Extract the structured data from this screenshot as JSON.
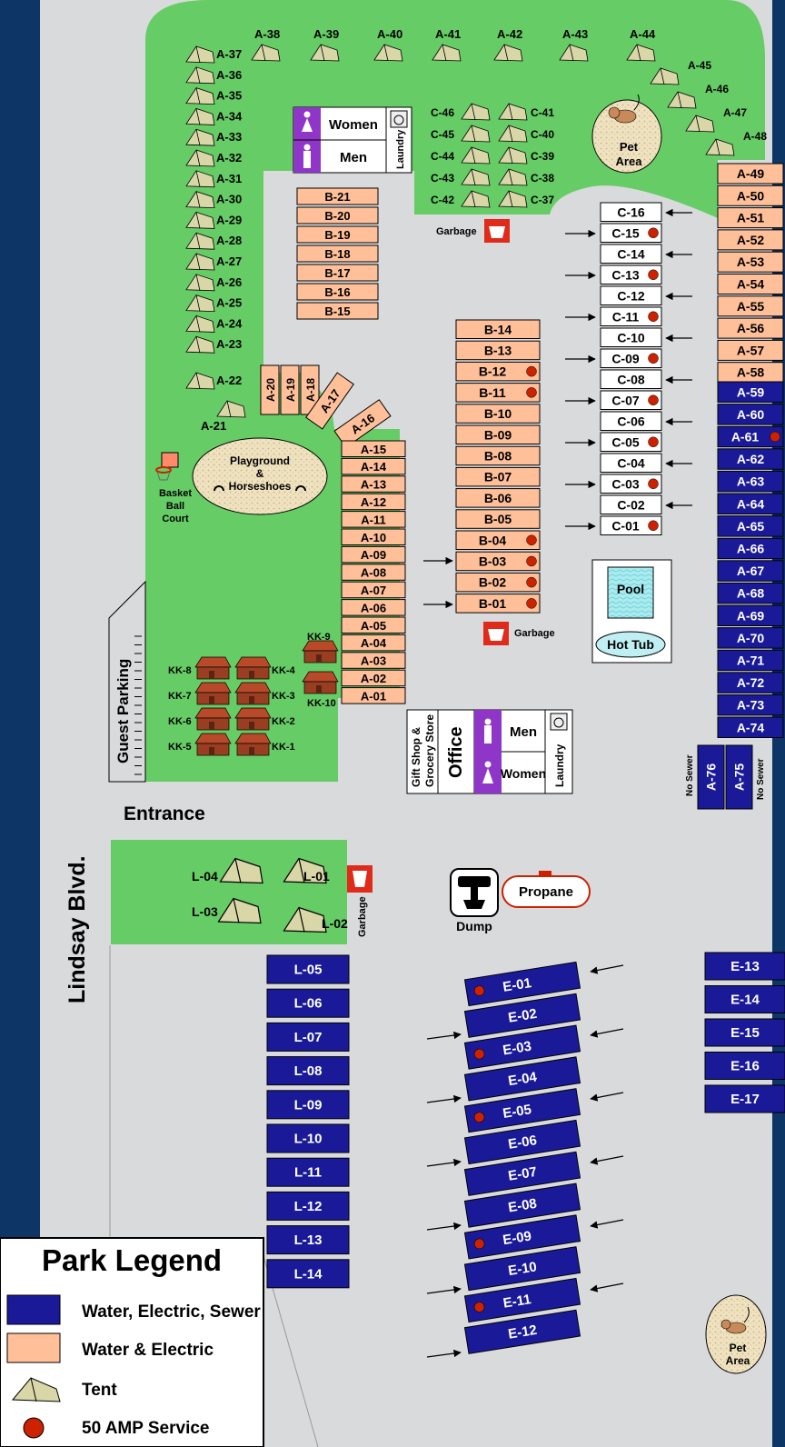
{
  "colors": {
    "navy": "#0d3566",
    "road": "#d9dadc",
    "grass": "#66cc66",
    "full": "#1a1a99",
    "partial": "#ffbf99",
    "white": "#ffffff",
    "amp": "#cc2200",
    "purple": "#8f35c7",
    "tent": "#d9d6a8"
  },
  "labels": {
    "street": "Lindsay Blvd.",
    "entrance": "Entrance",
    "guest_parking": "Guest Parking",
    "playground": [
      "Playground",
      "&",
      "Horseshoes"
    ],
    "basketball": [
      "Basket",
      "Ball",
      "Court"
    ],
    "pet_area": [
      "Pet",
      "Area"
    ],
    "pool": "Pool",
    "hot_tub": "Hot Tub",
    "women": "Women",
    "men": "Men",
    "laundry": "Laundry",
    "office": "Office",
    "gift_shop": [
      "Gift Shop &",
      "Grocery Store"
    ],
    "garbage": "Garbage",
    "dump": "Dump",
    "propane": "Propane",
    "no_sewer": "No Sewer"
  },
  "legend": {
    "title": "Park Legend",
    "items": [
      "Water, Electric, Sewer",
      "Water & Electric",
      "Tent",
      "50 AMP Service"
    ]
  },
  "sites": {
    "a_tents_top": [
      "A-38",
      "A-39",
      "A-40",
      "A-41",
      "A-42",
      "A-43",
      "A-44"
    ],
    "a_tents_corner": [
      "A-45",
      "A-46",
      "A-47",
      "A-48"
    ],
    "a_tents_left": [
      "A-37",
      "A-36",
      "A-35",
      "A-34",
      "A-33",
      "A-32",
      "A-31",
      "A-30",
      "A-29",
      "A-28",
      "A-27",
      "A-26",
      "A-25",
      "A-24",
      "A-23",
      "A-22",
      "A-21"
    ],
    "c_tents_left": [
      "C-46",
      "C-45",
      "C-44",
      "C-43",
      "C-42"
    ],
    "c_tents_right": [
      "C-41",
      "C-40",
      "C-39",
      "C-38",
      "C-37"
    ],
    "b_upper": [
      "B-21",
      "B-20",
      "B-19",
      "B-18",
      "B-17",
      "B-16",
      "B-15"
    ],
    "a_rotated": [
      "A-20",
      "A-19",
      "A-18"
    ],
    "a_diag": [
      "A-17",
      "A-16"
    ],
    "a_column_left": [
      "A-15",
      "A-14",
      "A-13",
      "A-12",
      "A-11",
      "A-10",
      "A-09",
      "A-08",
      "A-07",
      "A-06",
      "A-05",
      "A-04",
      "A-03",
      "A-02",
      "A-01"
    ],
    "b_mid": [
      "B-14",
      "B-13",
      "B-12",
      "B-11",
      "B-10",
      "B-09",
      "B-08",
      "B-07",
      "B-06",
      "B-05",
      "B-04",
      "B-03",
      "B-02",
      "B-01"
    ],
    "b_mid_amp": [
      "B-12",
      "B-11",
      "B-04",
      "B-03",
      "B-02",
      "B-01"
    ],
    "c_column": [
      "C-16",
      "C-15",
      "C-14",
      "C-13",
      "C-12",
      "C-11",
      "C-10",
      "C-09",
      "C-08",
      "C-07",
      "C-06",
      "C-05",
      "C-04",
      "C-03",
      "C-02",
      "C-01"
    ],
    "c_column_amp": [
      "C-15",
      "C-13",
      "C-11",
      "C-09",
      "C-07",
      "C-05",
      "C-03",
      "C-01"
    ],
    "a_right_partial": [
      "A-49",
      "A-50",
      "A-51",
      "A-52",
      "A-53",
      "A-54",
      "A-55",
      "A-56",
      "A-57",
      "A-58"
    ],
    "a_right_full": [
      "A-59",
      "A-60",
      "A-61",
      "A-62",
      "A-63",
      "A-64",
      "A-65",
      "A-66",
      "A-67",
      "A-68",
      "A-69",
      "A-70",
      "A-71",
      "A-72",
      "A-73",
      "A-74"
    ],
    "a_right_amp": [
      "A-61"
    ],
    "a_no_sewer": [
      "A-76",
      "A-75"
    ],
    "cabins_left": [
      "KK-8",
      "KK-7",
      "KK-6",
      "KK-5"
    ],
    "cabins_mid": [
      "KK-4",
      "KK-3",
      "KK-2",
      "KK-1"
    ],
    "cabins_right": [
      "KK-9",
      "KK-10"
    ],
    "l_tents": [
      "L-04",
      "L-01",
      "L-03",
      "L-02"
    ],
    "l_column": [
      "L-05",
      "L-06",
      "L-07",
      "L-08",
      "L-09",
      "L-10",
      "L-11",
      "L-12",
      "L-13",
      "L-14"
    ],
    "e_diag": [
      "E-01",
      "E-02",
      "E-03",
      "E-04",
      "E-05",
      "E-06",
      "E-07",
      "E-08",
      "E-09",
      "E-10",
      "E-11",
      "E-12"
    ],
    "e_diag_amp": [
      "E-01",
      "E-03",
      "E-05",
      "E-09",
      "E-11"
    ],
    "e_right": [
      "E-13",
      "E-14",
      "E-15",
      "E-16",
      "E-17"
    ]
  }
}
